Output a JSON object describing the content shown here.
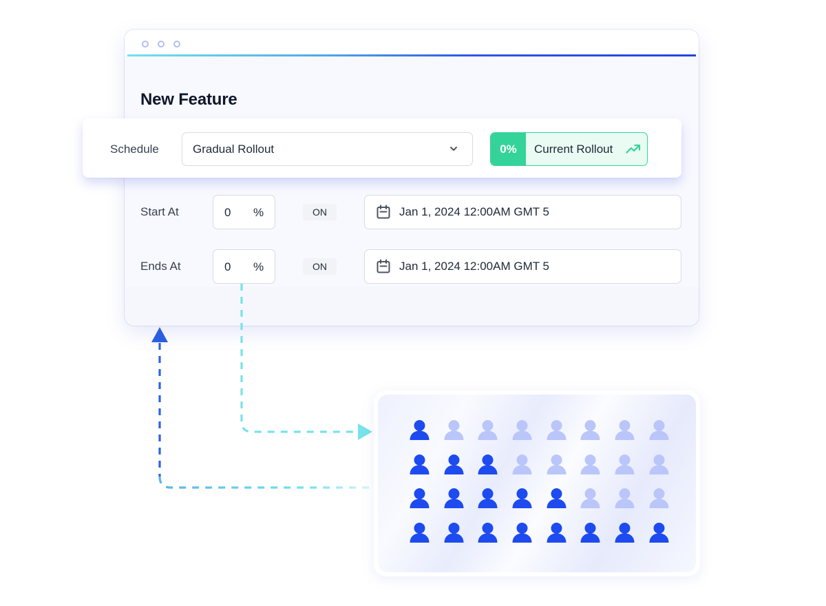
{
  "window": {
    "title_dots": 3,
    "page_title": "New Feature"
  },
  "schedule": {
    "label": "Schedule",
    "select_value": "Gradual Rollout",
    "select_icon": "chevron-down-icon",
    "rollout": {
      "percent": "0%",
      "label": "Current Rollout",
      "icon": "trending-up-icon",
      "accent_color": "#34d399",
      "bg_color": "#e9fbf3"
    }
  },
  "rows": [
    {
      "label": "Start At",
      "percent_value": "0",
      "percent_sign": "%",
      "on_label": "ON",
      "date_icon": "calendar-icon",
      "date_value": "Jan 1, 2024 12:00AM GMT 5"
    },
    {
      "label": "Ends At",
      "percent_value": "0",
      "percent_sign": "%",
      "on_label": "ON",
      "date_icon": "calendar-icon",
      "date_value": "Jan 1, 2024 12:00AM GMT 5"
    }
  ],
  "users_panel": {
    "rows": 4,
    "columns": 8,
    "active_per_row": [
      1,
      3,
      5,
      8
    ],
    "active_color": "#1e4bef",
    "inactive_color": "#bac6fa"
  },
  "colors": {
    "gradient_start": "#72e3ea",
    "gradient_end": "#1f45e0",
    "arrow_blue": "#2b62e3",
    "arrow_cyan": "#77e3ea"
  }
}
